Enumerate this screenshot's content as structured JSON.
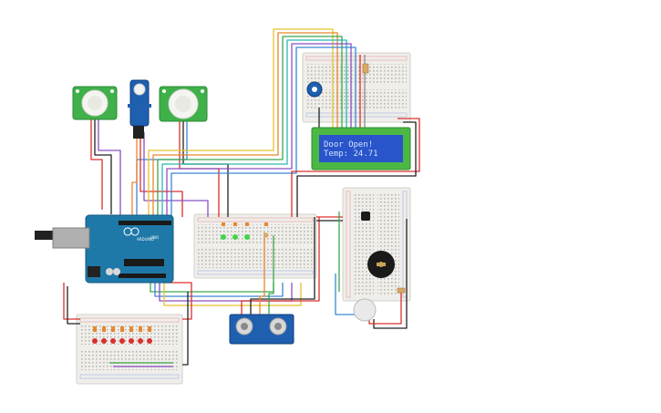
{
  "lcd": {
    "line1": "Door Open!",
    "line2": "Temp: 24.71"
  },
  "arduino": {
    "brand": "ARDUINO",
    "model": "UNO"
  },
  "colors": {
    "wire_red": "#d9302c",
    "wire_black": "#222222",
    "wire_yellow": "#e8c12e",
    "wire_orange": "#e8872c",
    "wire_green": "#3aa84a",
    "wire_blue": "#3b86d8",
    "wire_purple": "#8a4fc4",
    "wire_teal": "#2bb7b0",
    "wire_gray": "#8a8a8a",
    "board_blue": "#1e78a8",
    "lcd_green": "#4bb845",
    "lcd_screen": "#2a54c9",
    "sensor_green": "#3fb04a",
    "breadboard": "#efeeea"
  },
  "components": [
    "pir-sensor-left",
    "servo-motor",
    "pir-sensor-right",
    "lcd-16x2",
    "potentiometer",
    "arduino-uno",
    "breadboard-center",
    "breadboard-top",
    "breadboard-right",
    "breadboard-bottom-left",
    "ultrasonic-sensor",
    "piezo-buzzer",
    "temperature-sensor"
  ]
}
